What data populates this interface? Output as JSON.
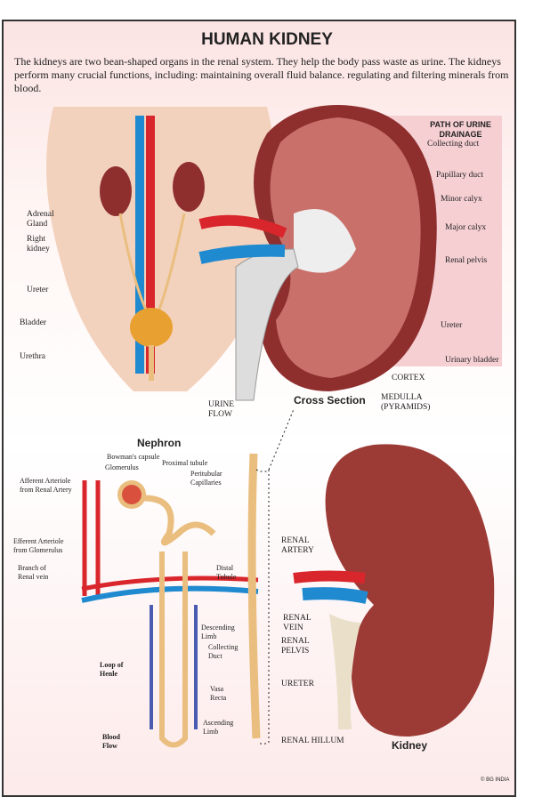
{
  "title": "HUMAN KIDNEY",
  "intro": "The kidneys are two bean-shaped organs in the renal system. They help the body pass waste as urine. The kidneys perform many crucial functions, including: maintaining overall fluid balance. regulating and filtering minerals from blood.",
  "body_labels": [
    "Adrenal Gland",
    "Right kidney",
    "Ureter",
    "Bladder",
    "Urethra"
  ],
  "cross_section": {
    "heading": "PATH OF URINE DRAINAGE",
    "path": [
      "Collecting duct",
      "Papillary duct",
      "Minor calyx",
      "Major calyx",
      "Renal pelvis",
      "Ureter",
      "Urinary bladder"
    ],
    "cortex": "CORTEX",
    "medulla": "MEDULLA (PYRAMIDS)",
    "urine_flow": "URINE FLOW",
    "caption": "Cross Section"
  },
  "nephron": {
    "title": "Nephron",
    "labels": {
      "bowmans": "Bowman's capsule",
      "glomerulus": "Glomerulus",
      "proximal": "Proximal tubule",
      "peritubular": "Peritubular Capillaries",
      "afferent": "Afferent Arteriole from Renal Artery",
      "efferent": "Efferent Arteriole from Glomerulus",
      "renal_vein_branch": "Branch of Renal vein",
      "distal": "Distal Tubule",
      "descending": "Descending Limb",
      "collecting": "Collecting Duct",
      "loop": "Loop of Henle",
      "vasa": "Vasa Recta",
      "ascending": "Ascending Limb",
      "blood_flow": "Blood Flow"
    }
  },
  "kidney": {
    "caption": "Kidney",
    "labels": [
      "RENAL ARTERY",
      "RENAL VEIN",
      "RENAL PELVIS",
      "URETER",
      "RENAL HILLUM"
    ]
  },
  "credit": "© BG INDIA",
  "colors": {
    "artery": "#d9262c",
    "vein": "#1f8ad0",
    "tubule": "#e9be7f",
    "kidney": "#9c3b36"
  }
}
